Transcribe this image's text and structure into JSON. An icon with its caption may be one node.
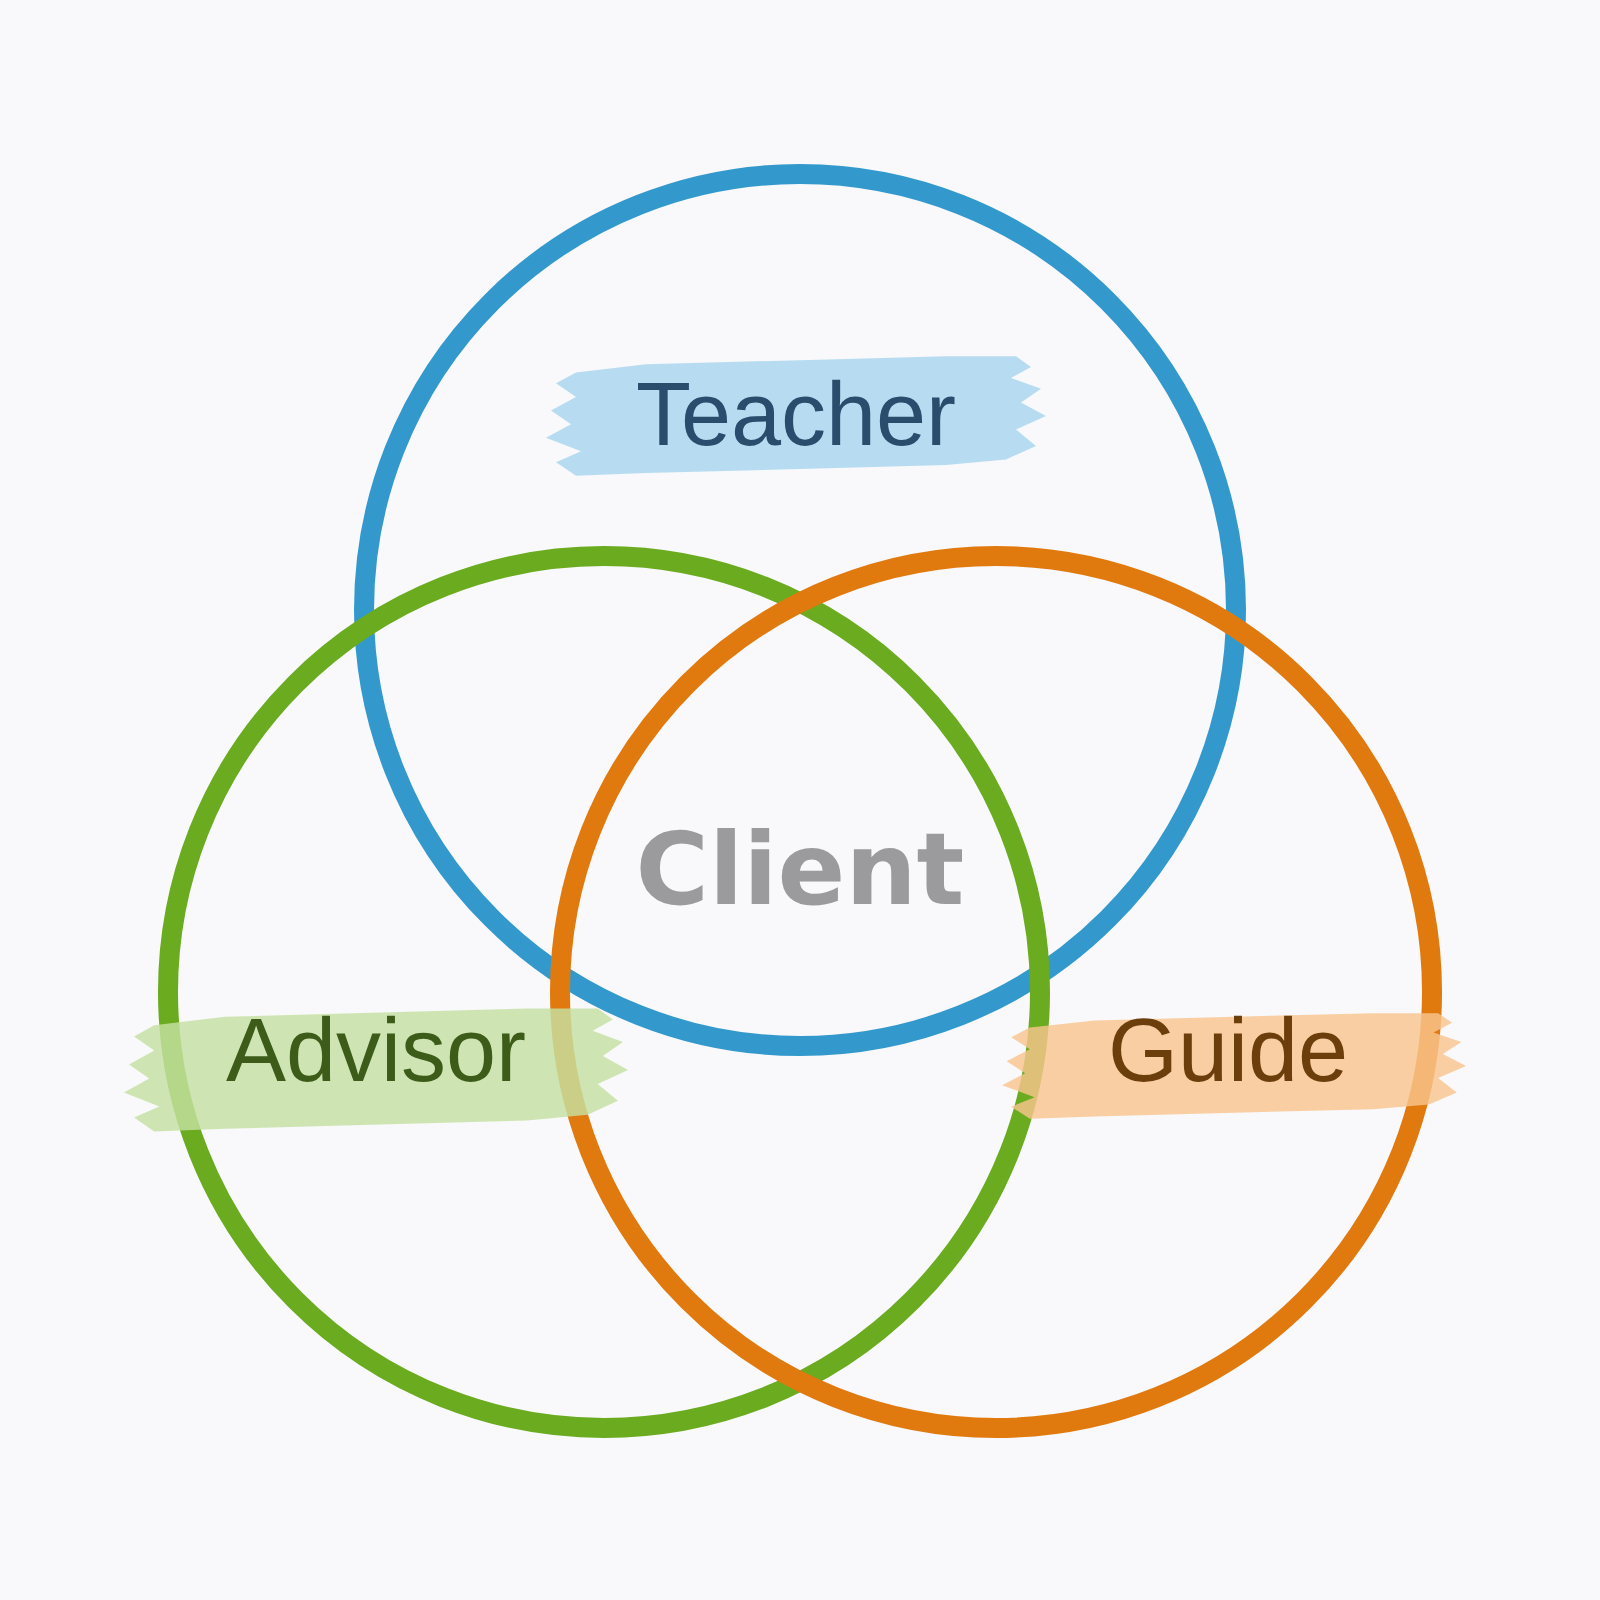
{
  "diagram": {
    "nodes": [
      {
        "text": [
          "Teacher"
        ]
      },
      {
        "text": [
          "Advisor"
        ]
      },
      {
        "text": [
          "Guide"
        ]
      }
    ],
    "labels": [
      "Client"
    ]
  }
}
